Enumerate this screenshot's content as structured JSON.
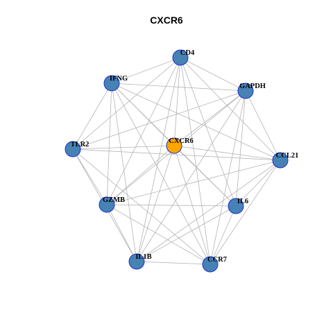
{
  "title": "CXCR6",
  "colors": {
    "node": "#4682b4",
    "node_border": "#1f2fcf",
    "center": "#ffa500",
    "edge": "#b3b3b3"
  },
  "nodes": [
    {
      "id": "CD4",
      "label": "CD4",
      "hub": false
    },
    {
      "id": "IFNG",
      "label": "IFNG",
      "hub": false
    },
    {
      "id": "GAPDH",
      "label": "GAPDH",
      "hub": false
    },
    {
      "id": "TLR2",
      "label": "TLR2",
      "hub": false
    },
    {
      "id": "CXCR6",
      "label": "CXCR6",
      "hub": true
    },
    {
      "id": "CCL21",
      "label": "CCL21",
      "hub": false
    },
    {
      "id": "GZMB",
      "label": "GZMB",
      "hub": false
    },
    {
      "id": "IL6",
      "label": "IL6",
      "hub": false
    },
    {
      "id": "IL1B",
      "label": "IL1B",
      "hub": false
    },
    {
      "id": "CCR7",
      "label": "CCR7",
      "hub": false
    }
  ],
  "edges": [
    [
      "CD4",
      "IFNG"
    ],
    [
      "CD4",
      "GAPDH"
    ],
    [
      "CD4",
      "TLR2"
    ],
    [
      "CD4",
      "CXCR6"
    ],
    [
      "CD4",
      "CCL21"
    ],
    [
      "CD4",
      "GZMB"
    ],
    [
      "CD4",
      "IL6"
    ],
    [
      "CD4",
      "IL1B"
    ],
    [
      "CD4",
      "CCR7"
    ],
    [
      "IFNG",
      "GAPDH"
    ],
    [
      "IFNG",
      "TLR2"
    ],
    [
      "IFNG",
      "CXCR6"
    ],
    [
      "IFNG",
      "CCL21"
    ],
    [
      "IFNG",
      "GZMB"
    ],
    [
      "IFNG",
      "IL6"
    ],
    [
      "IFNG",
      "IL1B"
    ],
    [
      "IFNG",
      "CCR7"
    ],
    [
      "GAPDH",
      "TLR2"
    ],
    [
      "GAPDH",
      "CXCR6"
    ],
    [
      "GAPDH",
      "CCL21"
    ],
    [
      "GAPDH",
      "GZMB"
    ],
    [
      "GAPDH",
      "IL6"
    ],
    [
      "GAPDH",
      "IL1B"
    ],
    [
      "GAPDH",
      "CCR7"
    ],
    [
      "TLR2",
      "CXCR6"
    ],
    [
      "TLR2",
      "CCL21"
    ],
    [
      "TLR2",
      "GZMB"
    ],
    [
      "TLR2",
      "IL1B"
    ],
    [
      "TLR2",
      "CCR7"
    ],
    [
      "CXCR6",
      "CCL21"
    ],
    [
      "CXCR6",
      "GZMB"
    ],
    [
      "CXCR6",
      "IL6"
    ],
    [
      "CXCR6",
      "IL1B"
    ],
    [
      "CXCR6",
      "CCR7"
    ],
    [
      "CCL21",
      "GZMB"
    ],
    [
      "CCL21",
      "IL6"
    ],
    [
      "CCL21",
      "IL1B"
    ],
    [
      "CCL21",
      "CCR7"
    ],
    [
      "GZMB",
      "IL6"
    ],
    [
      "GZMB",
      "IL1B"
    ],
    [
      "GZMB",
      "CCR7"
    ],
    [
      "IL6",
      "IL1B"
    ],
    [
      "IL6",
      "CCR7"
    ],
    [
      "IL1B",
      "CCR7"
    ]
  ]
}
